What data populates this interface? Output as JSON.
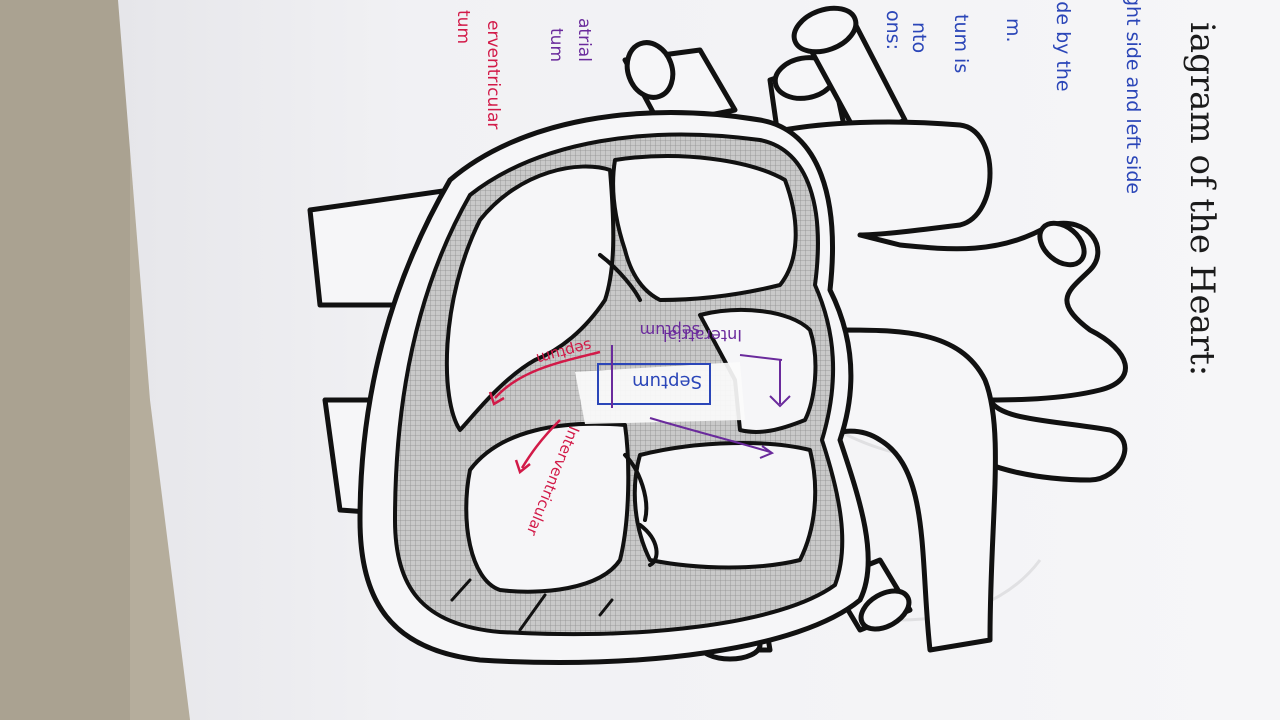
{
  "page": {
    "title": "iagram of the Heart:",
    "notes_right": [
      "ght side and left side",
      "ide by the",
      "m.",
      "tum is",
      "nto",
      "ons:"
    ],
    "notes_left": [
      "atrial",
      "tum",
      "erventricular",
      "tum"
    ]
  },
  "labels": {
    "interatrial_line1": "Interatrial",
    "interatrial_line2": "septum",
    "septum_box": "Septum",
    "septum_red": "septum",
    "interventricular": "Interventricular"
  },
  "colors": {
    "paper": "#f3f3f5",
    "table": "#b7b0a0",
    "ink": "#111111",
    "blue_ink": "#2b46b8",
    "purple_ink": "#6a2a9c",
    "red_ink": "#d21a48",
    "hatch": "#bdbdbd"
  }
}
